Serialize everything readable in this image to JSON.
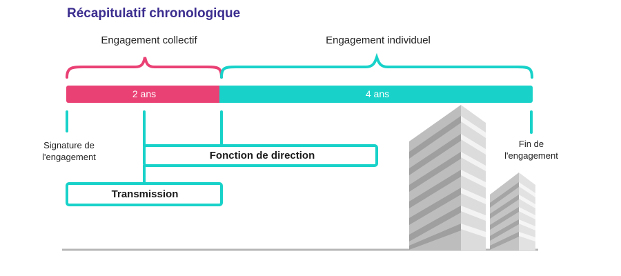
{
  "title": "Récapitulatif chronologique",
  "phases": {
    "collectif": "Engagement collectif",
    "individuel": "Engagement individuel"
  },
  "durations": {
    "collectif": "2 ans",
    "individuel": "4 ans"
  },
  "milestones": {
    "start_line1": "Signature de",
    "start_line2": "l'engagement",
    "end_line1": "Fin de",
    "end_line2": "l'engagement"
  },
  "roles": {
    "direction": "Fonction de direction",
    "transmission": "Transmission"
  },
  "colors": {
    "accent_pink": "#ea4175",
    "accent_teal": "#18d2c9",
    "title": "#3b2d8f"
  }
}
